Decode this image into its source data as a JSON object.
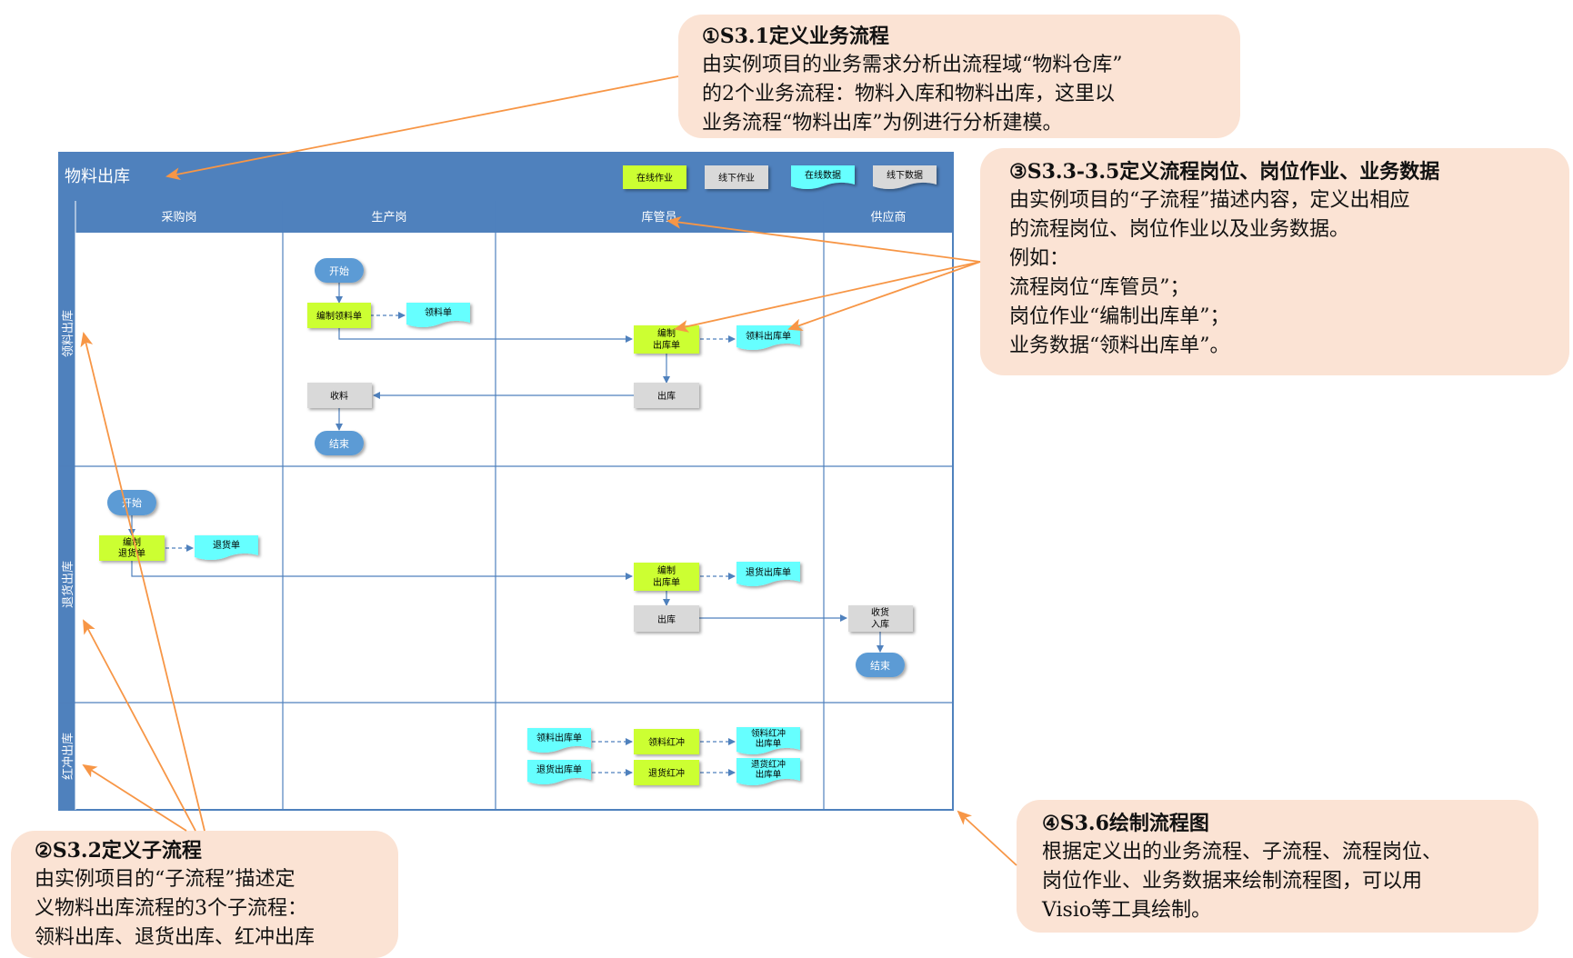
{
  "callouts": {
    "c1": {
      "title": "①S3.1定义业务流程",
      "lines": [
        "由实例项目的业务需求分析出流程域“物料仓库”",
        "的2个业务流程：物料入库和物料出库，这里以",
        "业务流程“物料出库”为例进行分析建模。"
      ]
    },
    "c2": {
      "title": "②S3.2定义子流程",
      "lines": [
        "由实例项目的“子流程”描述定",
        "义物料出库流程的3个子流程：",
        "领料出库、退货出库、红冲出库"
      ]
    },
    "c3": {
      "title": "③S3.3-3.5定义流程岗位、岗位作业、业务数据",
      "lines": [
        "由实例项目的“子流程”描述内容，定义出相应",
        "的流程岗位、岗位作业以及业务数据。",
        "例如：",
        "流程岗位“库管员”；",
        "岗位作业“编制出库单”；",
        "业务数据“领料出库单”。"
      ]
    },
    "c4": {
      "title": "④S3.6绘制流程图",
      "lines": [
        "根据定义出的业务流程、子流程、流程岗位、",
        "岗位作业、业务数据来绘制流程图，可以用",
        "Visio等工具绘制。"
      ]
    }
  },
  "diagram": {
    "title": "物料出库",
    "legend": {
      "online_task": "在线作业",
      "offline_task": "线下作业",
      "online_data": "在线数据",
      "offline_data": "线下数据"
    },
    "lanes": [
      "采购岗",
      "生产岗",
      "库管员",
      "供应商"
    ],
    "subprocesses": [
      "领料出库",
      "退货出库",
      "红冲出库"
    ],
    "nodes": {
      "start1": "开始",
      "bianzhi_lingliao": "编制领料单",
      "lingliaodan": "领料单",
      "bianzhi_chuku1": [
        "编制",
        "出库单"
      ],
      "lingliao_chukudan": "领料出库单",
      "chuku1": "出库",
      "shouliao": "收料",
      "end1": "结束",
      "start2": "开始",
      "bianzhi_tuihuo": [
        "编制",
        "退货单"
      ],
      "tuihuodan": "退货单",
      "bianzhi_chuku2": [
        "编制",
        "出库单"
      ],
      "tuihuo_chukudan": "退货出库单",
      "chuku2": "出库",
      "shouhuo": [
        "收货",
        "入库"
      ],
      "end2": "结束",
      "r_lingliao_chukudan": "领料出库单",
      "lingliao_hongchong": "领料红冲",
      "lingliao_hongchong_doc": [
        "领料红冲",
        "出库单"
      ],
      "r_tuihuo_chukudan": "退货出库单",
      "tuihuo_hongchong": "退货红冲",
      "tuihuo_hongchong_doc": [
        "退货红冲",
        "出库单"
      ]
    }
  },
  "colors": {
    "frame": "#4f81bd",
    "online_task": "#ccff33",
    "offline_task": "#d9d9d9",
    "data": "#66ffff",
    "terminal": "#5b9bd5",
    "callout_bg": "#fbe3d4",
    "arrow": "#f79646"
  }
}
